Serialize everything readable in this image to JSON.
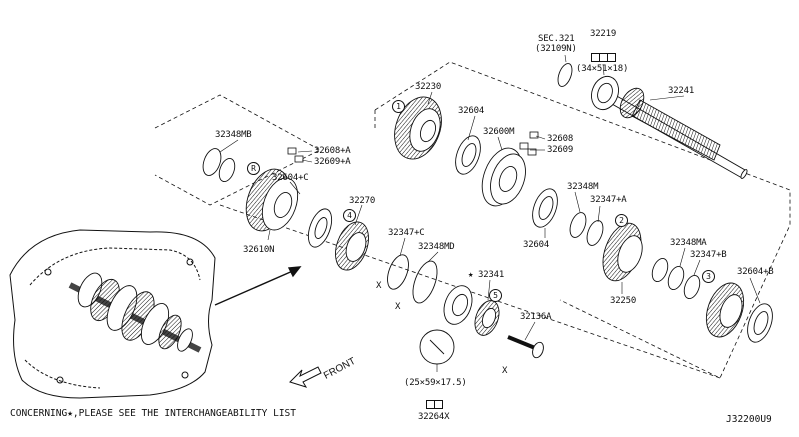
{
  "labels": {
    "p32230": "32230",
    "p32604a": "32604",
    "p32600m": "32600M",
    "p32608": "32608",
    "p32609": "32609",
    "p32348mb": "32348MB",
    "p32608a": "32608+A",
    "p32609a": "32609+A",
    "p32604c": "32604+C",
    "p32610n": "32610N",
    "p32270": "32270",
    "p32347c": "32347+C",
    "p32348md": "32348MD",
    "p32341": "32341",
    "p32136a": "32136A",
    "p32604b": "32604",
    "p32348m": "32348M",
    "p32347a": "32347+A",
    "p32250": "32250",
    "p32348ma": "32348MA",
    "p32347b": "32347+B",
    "p32604bb": "32604+B",
    "p32241": "32241",
    "p32219": "32219",
    "sec": "SEC.321",
    "sec_sub": "(32109N)",
    "dim_top": "(34×51×18)",
    "dim_bottom": "(25×59×17.5)",
    "p32264x": "32264X",
    "x1": "X",
    "x2": "X",
    "x3": "X"
  },
  "callouts": {
    "c1": "1",
    "c2": "2",
    "c3": "3",
    "c4": "4",
    "c5": "5",
    "cR": "R",
    "star": "★"
  },
  "arrow_text": "FRONT",
  "footer": {
    "note": "CONCERNING★,PLEASE SEE THE INTERCHANGEABILITY LIST",
    "code": "J32200U9"
  }
}
